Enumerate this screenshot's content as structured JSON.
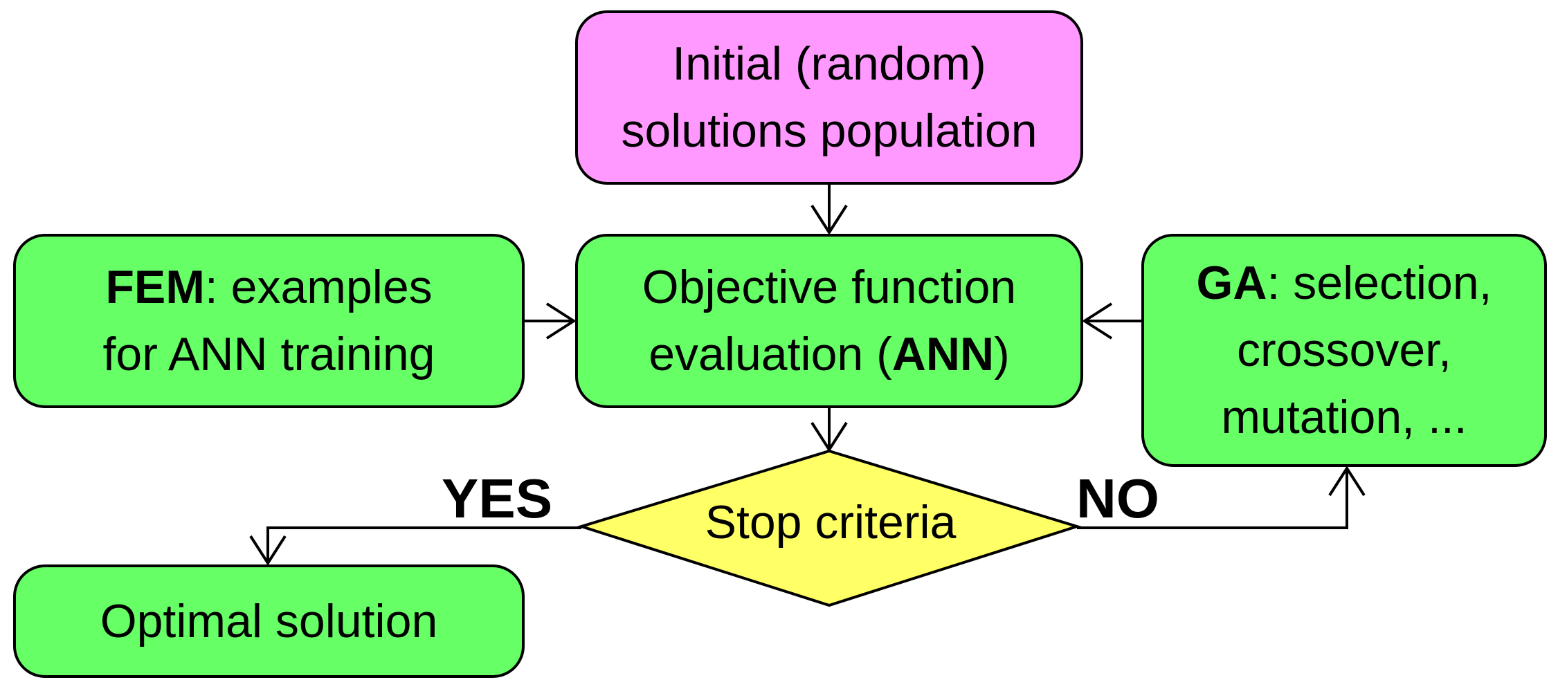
{
  "flowchart": {
    "initial_node": {
      "line1": "Initial (random)",
      "line2": "solutions population"
    },
    "objective_node": {
      "line1": "Objective function",
      "line2_prefix": "evaluation (",
      "line2_bold": "ANN",
      "line2_suffix": ")"
    },
    "fem_node": {
      "line1_bold": "FEM",
      "line1_rest": ": examples",
      "line2": "for ANN training"
    },
    "ga_node": {
      "line1_bold": "GA",
      "line1_rest": ": selection,",
      "line2": "crossover,",
      "line3": "mutation, ..."
    },
    "decision_node": {
      "label": "Stop criteria"
    },
    "optimal_node": {
      "label": "Optimal solution"
    },
    "branches": {
      "yes": "YES",
      "no": "NO"
    },
    "colors": {
      "process_fill": "#66ff66",
      "start_fill": "#ff99ff",
      "decision_fill": "#ffff66",
      "stroke": "#000000"
    }
  }
}
